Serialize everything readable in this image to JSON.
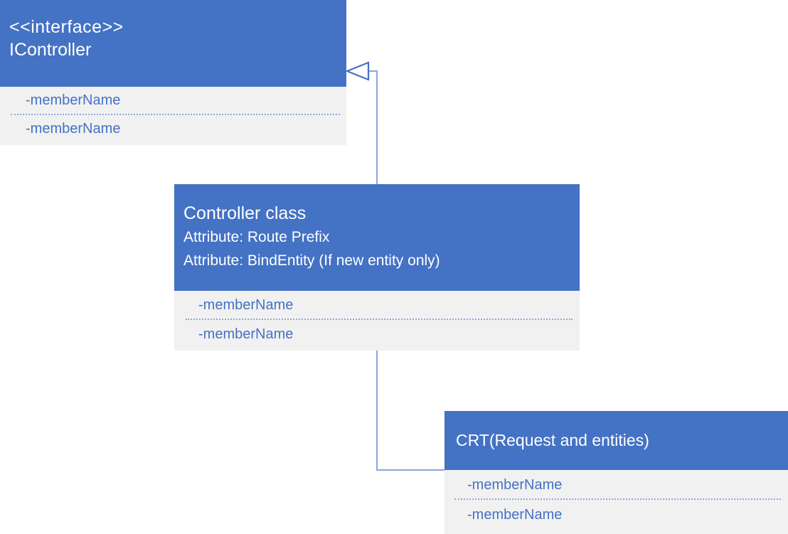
{
  "diagram": {
    "type": "uml-class-diagram",
    "background_color": "#FFFFFF",
    "accent_color": "#4472C4",
    "body_color": "#F1F1F1",
    "connector_color": "#8FAADC"
  },
  "classes": {
    "interface": {
      "stereotype": "<<interface>>",
      "name": "IController",
      "members": [
        "-memberName",
        "-memberName"
      ]
    },
    "controller": {
      "name": "Controller class",
      "attributes": [
        "Attribute: Route Prefix",
        "Attribute: BindEntity (If new entity only)"
      ],
      "members": [
        "-memberName",
        "-memberName"
      ]
    },
    "crt": {
      "name": "CRT(Request and entities)",
      "members": [
        "-memberName",
        "-memberName"
      ]
    }
  },
  "connectors": [
    {
      "name": "realization-controller-to-icontroller",
      "from": "controller",
      "to": "interface",
      "arrow": "hollow-triangle"
    },
    {
      "name": "association-controller-to-crt",
      "from": "controller",
      "to": "crt",
      "arrow": "none"
    }
  ]
}
